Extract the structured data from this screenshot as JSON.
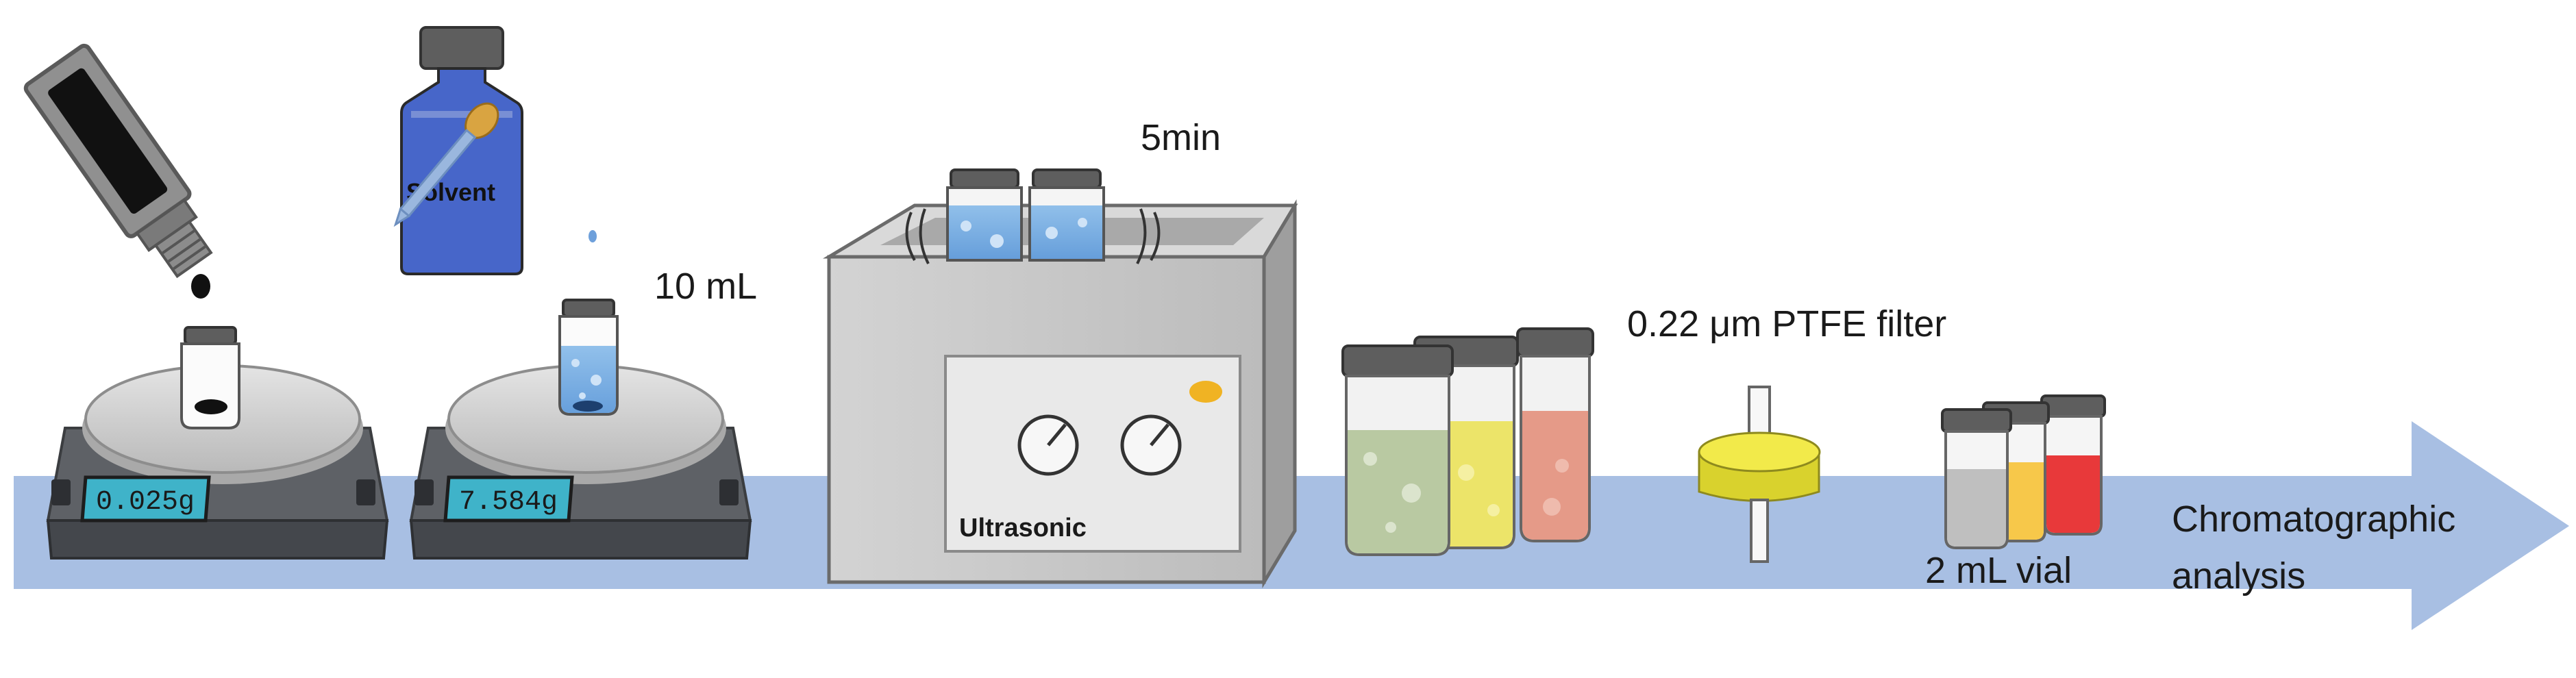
{
  "steps": {
    "scale1_reading": "0.025g",
    "scale2_reading": "7.584g",
    "solvent_label": "Solvent",
    "volume_label": "10 mL",
    "time_label": "5min",
    "ultrasonic_label": "Ultrasonic",
    "filter_label": "0.22 μm PTFE filter",
    "vial_label": "2 mL vial",
    "analysis_line1": "Chromatographic",
    "analysis_line2": "analysis"
  },
  "colors": {
    "arrow": "#a8bfe3",
    "screen": "#3fb3c9",
    "solvent_blue": "#4766c9",
    "cap": "#5e5e5e",
    "filter_yellow": "#f2ea4a",
    "green_sample": "#b9c9a2",
    "yellow_sample": "#ece469",
    "pink_sample": "#e59a88",
    "red_sample": "#e8393a",
    "orange_sample": "#f7c84a",
    "grey_sample": "#bfbfbf"
  }
}
